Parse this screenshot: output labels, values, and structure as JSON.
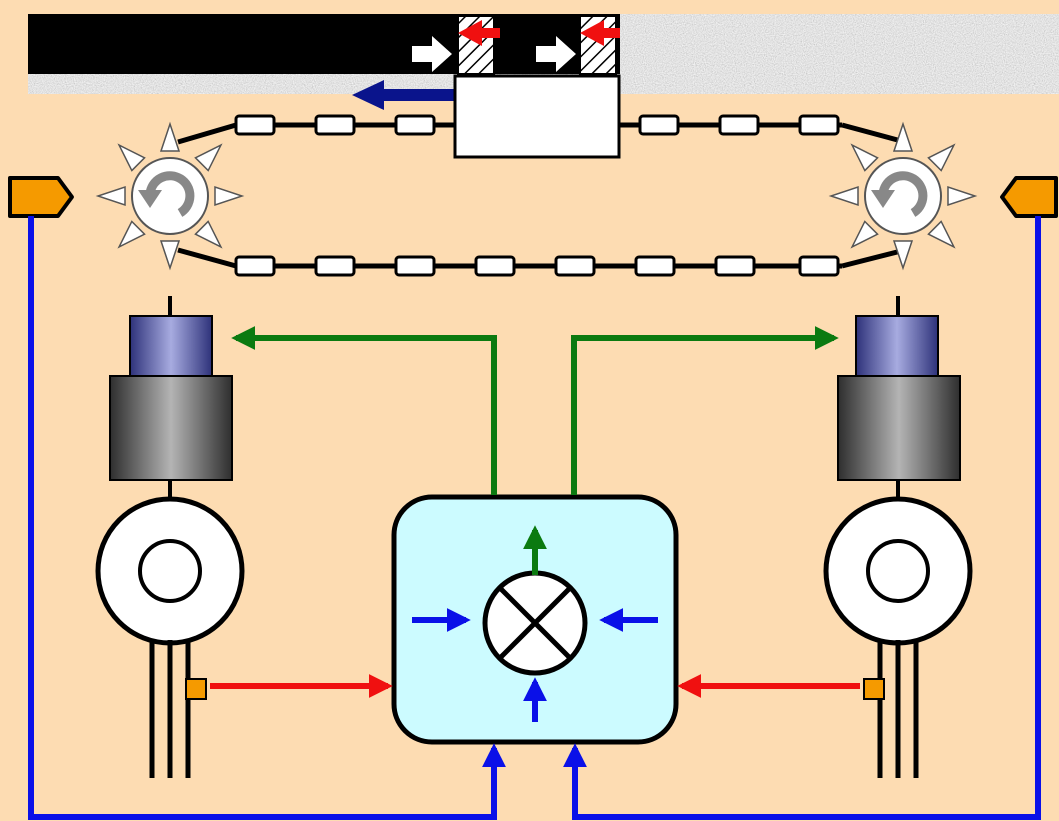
{
  "colors": {
    "background": "#FDDCB2",
    "material_black": "#000000",
    "signal_blue": "#0A10E8",
    "control_green": "#0B7A10",
    "feedback_red": "#F01010",
    "sensor_orange": "#F59A00",
    "controller_fill": "#CCFBFF",
    "motor_gearbox_blue": "#8E92D0",
    "reducer_gray": "#8A8A8A",
    "feed_arrow_navy": "#0A148C"
  },
  "icons": {
    "sprocket_rotation": "rotate-counterclockwise-icon",
    "summing_junction": "circle-x-icon",
    "sensor_marker": "pentagon-pointer-icon",
    "encoder": "small-square-icon"
  },
  "diagram": {
    "type": "dual-drive chain conveyor control schematic",
    "components": [
      "workpiece-strip",
      "hatched-clamp-left",
      "hatched-clamp-right",
      "carriage",
      "chain-top",
      "chain-bottom",
      "sprocket-left",
      "sprocket-right",
      "drive-left",
      "drive-right",
      "controller",
      "sensor-left",
      "sensor-right"
    ]
  }
}
